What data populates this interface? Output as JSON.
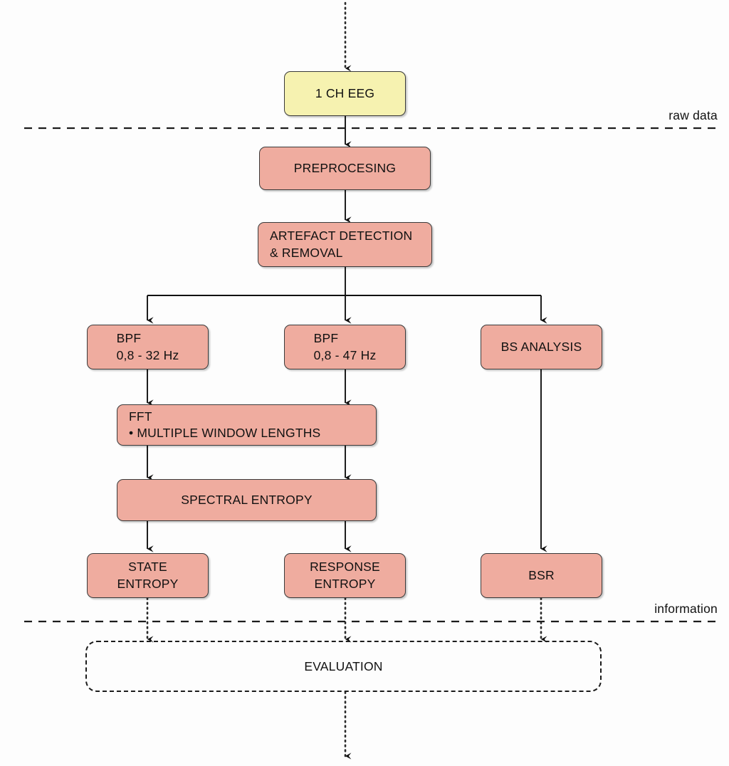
{
  "diagram": {
    "title": "EEG processing pipeline flowchart",
    "colors": {
      "process_fill": "#efac9f",
      "source_fill": "#f6f2b0",
      "stroke": "#3a3a3a",
      "background": "#fdfdfd"
    },
    "zone_labels": [
      {
        "id": "raw-data",
        "text": "raw data"
      },
      {
        "id": "information",
        "text": "information"
      }
    ],
    "nodes": {
      "source": {
        "label": "1 CH EEG"
      },
      "preprocessing": {
        "label": "PREPROCESING"
      },
      "artefact": {
        "label": "ARTEFACT DETECTION\n& REMOVAL"
      },
      "bpf32": {
        "label": "BPF\n0,8 - 32 Hz"
      },
      "bpf47": {
        "label": "BPF\n0,8 - 47 Hz"
      },
      "bs_analysis": {
        "label": "BS ANALYSIS"
      },
      "fft": {
        "label": "FFT\n• MULTIPLE WINDOW LENGTHS"
      },
      "spectral_entropy": {
        "label": "SPECTRAL ENTROPY"
      },
      "state_entropy": {
        "label": "STATE\nENTROPY"
      },
      "response_entropy": {
        "label": "RESPONSE\nENTROPY"
      },
      "bsr": {
        "label": "BSR"
      },
      "evaluation": {
        "label": "EVALUATION"
      }
    }
  }
}
